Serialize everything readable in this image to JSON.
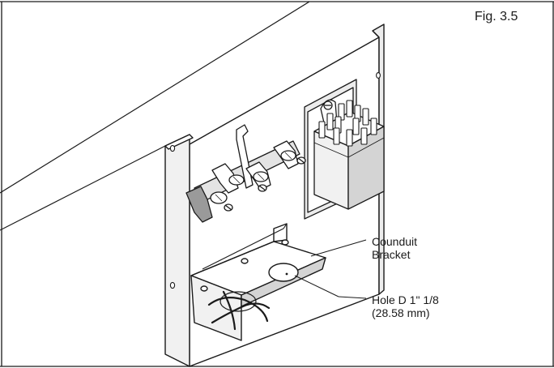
{
  "figure": {
    "label": "Fig. 3.5"
  },
  "callouts": {
    "conduit_bracket": {
      "line1": "Counduit",
      "line2": "Bracket"
    },
    "hole": {
      "line1": "Hole D 1\" 1/8",
      "line2": "(28.58 mm)"
    }
  },
  "colors": {
    "ink": "#1a1a1a",
    "paper": "#ffffff",
    "shade_light": "#ececec",
    "shade_mid": "#d4d4d4",
    "shade_dark": "#9a9a9a"
  }
}
